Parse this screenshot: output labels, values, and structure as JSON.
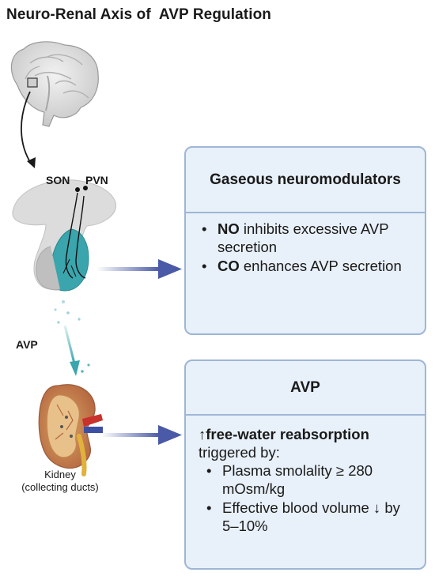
{
  "title": "Neuro-Renal Axis of  AVP Regulation",
  "labels": {
    "son": "SON",
    "pvn": "PVN",
    "avp_flow": "AVP",
    "kidney": "Kidney (collecting ducts)"
  },
  "box_gaseous": {
    "header": "Gaseous neuromodulators",
    "items": [
      {
        "bold": "NO",
        "text": " inhibits excessive AVP secretion"
      },
      {
        "bold": "CO",
        "text": " enhances AVP secretion"
      }
    ]
  },
  "box_avp": {
    "header": "AVP",
    "lead_bold": "↑free-water reabsorption",
    "lead_text": "triggered by:",
    "items": [
      {
        "text": "Plasma smolality ≥ 280 mOsm/kg"
      },
      {
        "text": "Effective blood volume ↓ by 5–10%"
      }
    ]
  },
  "colors": {
    "box_fill": "#e8f0f9",
    "box_border": "#9eb6d6",
    "arrow": "#4a5aa6",
    "avp_stream": "#3aa5ad"
  }
}
